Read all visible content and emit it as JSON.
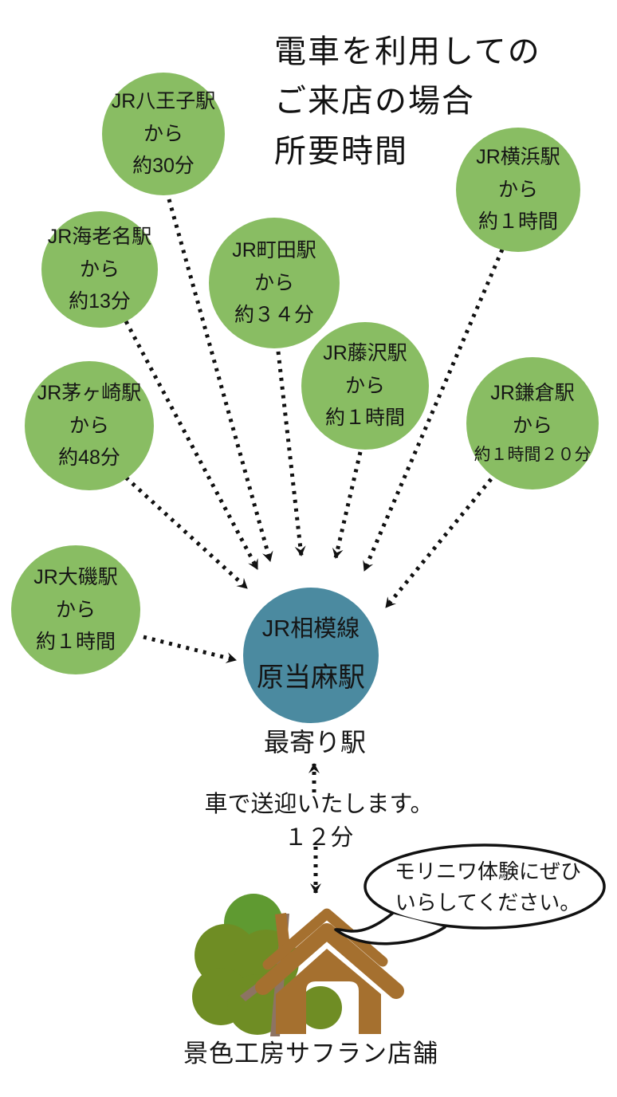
{
  "title": {
    "line1": "電車を利用しての",
    "line2": "ご来店の場合",
    "line3": "所要時間"
  },
  "stations": [
    {
      "name": "JR八王子駅",
      "from": "から",
      "time": "約30分"
    },
    {
      "name": "JR横浜駅",
      "from": "から",
      "time": "約１時間"
    },
    {
      "name": "JR海老名駅",
      "from": "から",
      "time": "約13分"
    },
    {
      "name": "JR町田駅",
      "from": "から",
      "time": "約３４分"
    },
    {
      "name": "JR藤沢駅",
      "from": "から",
      "time": "約１時間"
    },
    {
      "name": "JR鎌倉駅",
      "from": "から",
      "time": "約１時間２０分"
    },
    {
      "name": "JR茅ヶ崎駅",
      "from": "から",
      "time": "約48分"
    },
    {
      "name": "JR大磯駅",
      "from": "から",
      "time": "約１時間"
    }
  ],
  "destination": {
    "line_name": "JR相模線",
    "station_name": "原当麻駅",
    "caption": "最寄り駅"
  },
  "shuttle": {
    "note": "車で送迎いたします。",
    "duration": "１２分"
  },
  "speech_bubble": {
    "line1": "モリニワ体験にぜひ",
    "line2": "いらしてください。"
  },
  "shop": {
    "label": "景色工房サフラン店舗"
  },
  "icons": {
    "house": "house-icon",
    "tree": "tree-icon",
    "arrow": "dotted-route-arrow"
  },
  "colors": {
    "station_circle": "#89bd63",
    "destination_circle": "#4b8aa0",
    "house_brown": "#a5702f",
    "tree_green": "#6f8d24",
    "tree_green_light": "#5f9a31",
    "trunk_brown": "#8d7363",
    "arrow_black": "#111111"
  }
}
